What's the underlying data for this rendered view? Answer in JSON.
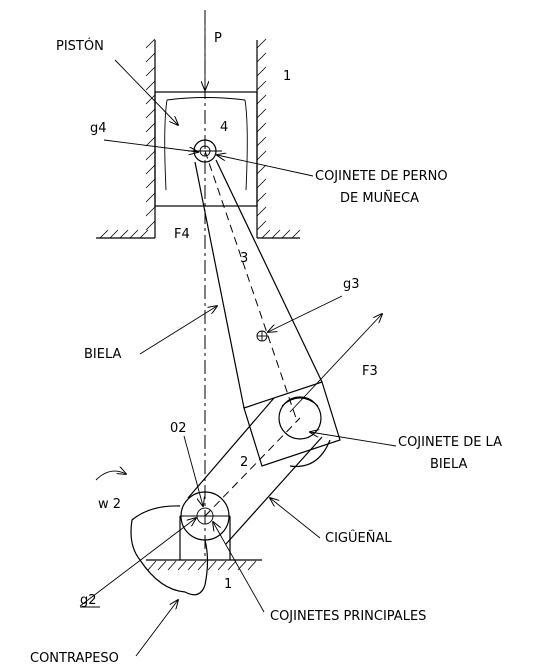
{
  "labels": {
    "piston": "PISTÓN",
    "force_p": "P",
    "cylinder_num": "1",
    "g4": "g4",
    "piston_num": "4",
    "wrist_pin_bearing_1": "COJINETE DE PERNO",
    "wrist_pin_bearing_2": "DE MUÑECA",
    "f4": "F4",
    "rod_num": "3",
    "g3": "g3",
    "biela": "BIELA",
    "f3": "F3",
    "o2": "02",
    "rod_bearing_1": "COJINETE DE LA",
    "rod_bearing_2": "BIELA",
    "crank_num": "2",
    "w2": "w 2",
    "ciguenal": "CIGÛEÑAL",
    "g2": "g2",
    "ground_num": "1",
    "main_bearings": "COJINETES PRINCIPALES",
    "contrapeso": "CONTRAPESO"
  }
}
